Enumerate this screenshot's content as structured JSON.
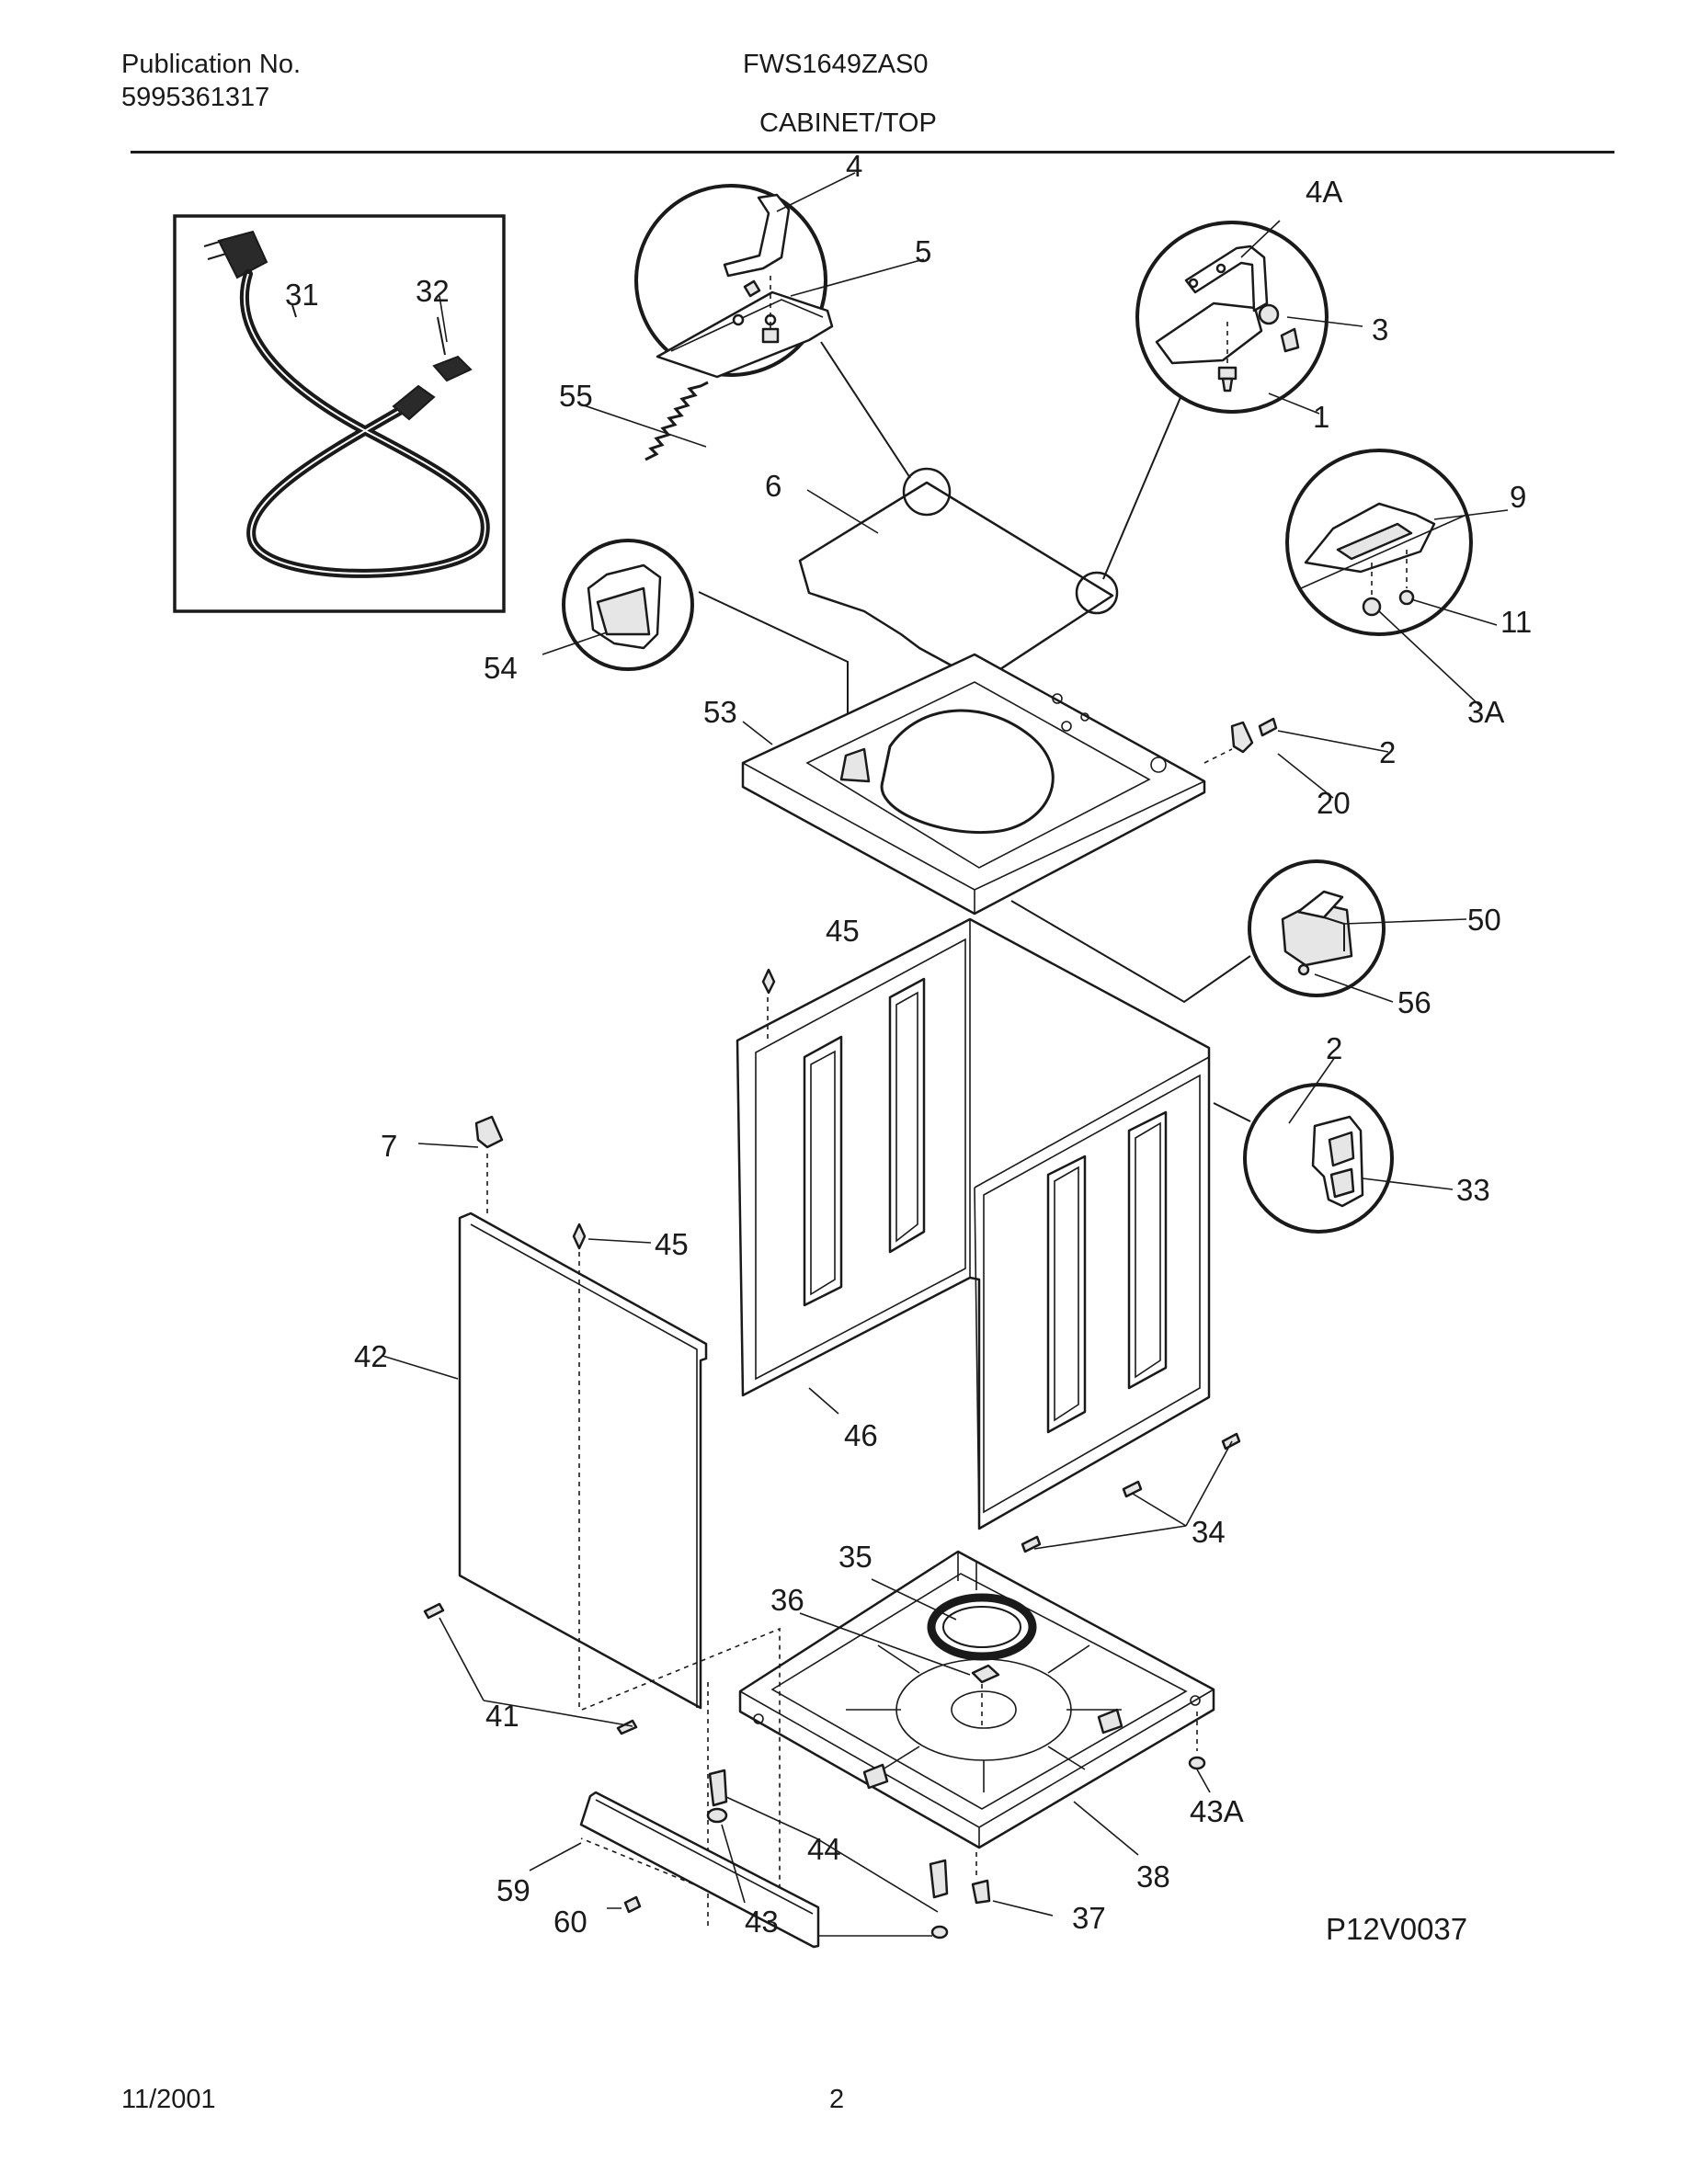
{
  "header": {
    "publication_label": "Publication No.",
    "publication_number": "5995361317",
    "model": "FWS1649ZAS0",
    "section_title": "CABINET/TOP"
  },
  "footer": {
    "date": "11/2001",
    "page_number": "2"
  },
  "diagram": {
    "drawing_code": "P12V0037",
    "callouts": {
      "c4": "4",
      "c4a": "4A",
      "c5": "5",
      "c3": "3",
      "c1": "1",
      "c31": "31",
      "c32": "32",
      "c55": "55",
      "c6": "6",
      "c9": "9",
      "c11": "11",
      "c3a": "3A",
      "c54": "54",
      "c53": "53",
      "c2a": "2",
      "c20": "20",
      "c50": "50",
      "c56": "56",
      "c45a": "45",
      "c2b": "2",
      "c33": "33",
      "c7": "7",
      "c45b": "45",
      "c42": "42",
      "c46": "46",
      "c34": "34",
      "c35": "35",
      "c36": "36",
      "c41": "41",
      "c43a": "43A",
      "c44": "44",
      "c38": "38",
      "c59": "59",
      "c60": "60",
      "c43": "43",
      "c37": "37"
    }
  }
}
